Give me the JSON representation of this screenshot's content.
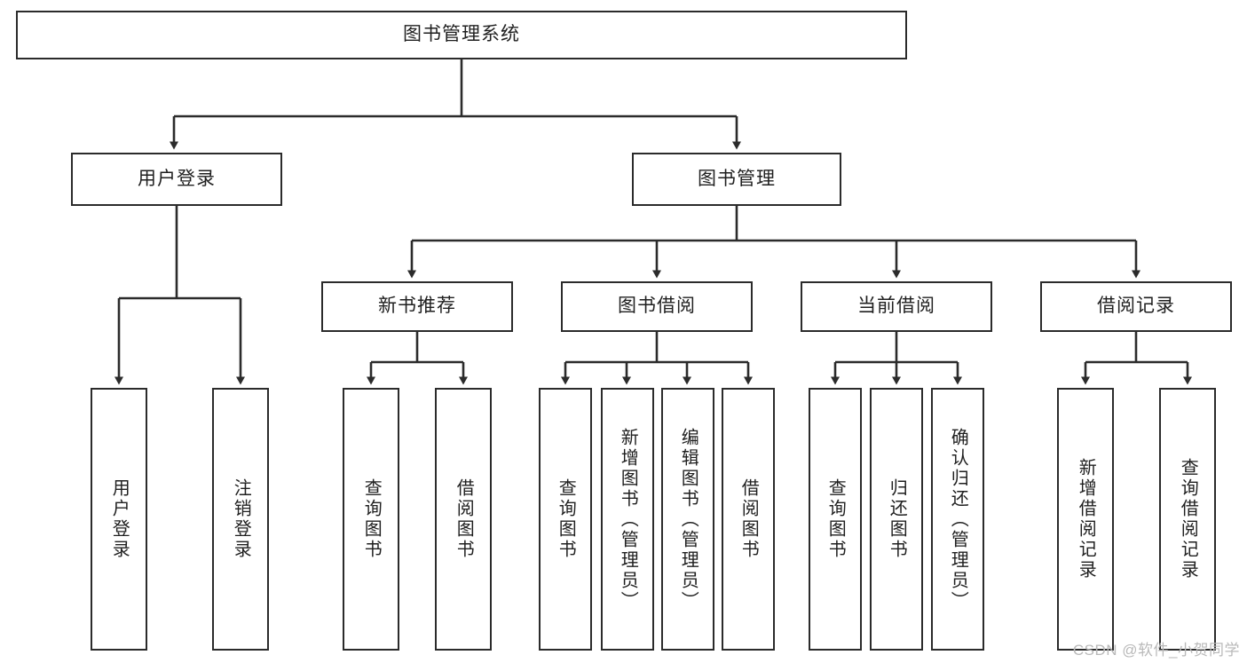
{
  "diagram": {
    "title": "图书管理系统",
    "type": "tree",
    "root": {
      "id": "root",
      "label": "图书管理系统"
    },
    "level2": [
      {
        "id": "user-login",
        "label": "用户登录"
      },
      {
        "id": "book-manage",
        "label": "图书管理"
      }
    ],
    "level3": [
      {
        "id": "new-book-rec",
        "label": "新书推荐",
        "parent": "book-manage"
      },
      {
        "id": "book-borrow",
        "label": "图书借阅",
        "parent": "book-manage"
      },
      {
        "id": "current-borrow",
        "label": "当前借阅",
        "parent": "book-manage"
      },
      {
        "id": "borrow-record",
        "label": "借阅记录",
        "parent": "book-manage"
      }
    ],
    "leaves": [
      {
        "id": "leaf-user-login",
        "label": "用户登录",
        "parent": "user-login"
      },
      {
        "id": "leaf-user-logout",
        "label": "注销登录",
        "parent": "user-login"
      },
      {
        "id": "leaf-query-book-1",
        "label": "查询图书",
        "parent": "new-book-rec"
      },
      {
        "id": "leaf-borrow-book-1",
        "label": "借阅图书",
        "parent": "new-book-rec"
      },
      {
        "id": "leaf-query-book-2",
        "label": "查询图书",
        "parent": "book-borrow"
      },
      {
        "id": "leaf-add-book",
        "label": "新增图书（管理员）",
        "parent": "book-borrow"
      },
      {
        "id": "leaf-edit-book",
        "label": "编辑图书（管理员）",
        "parent": "book-borrow"
      },
      {
        "id": "leaf-borrow-book-2",
        "label": "借阅图书",
        "parent": "book-borrow"
      },
      {
        "id": "leaf-query-book-3",
        "label": "查询图书",
        "parent": "current-borrow"
      },
      {
        "id": "leaf-return-book",
        "label": "归还图书",
        "parent": "current-borrow"
      },
      {
        "id": "leaf-confirm-return",
        "label": "确认归还（管理员）",
        "parent": "current-borrow"
      },
      {
        "id": "leaf-add-record",
        "label": "新增借阅记录",
        "parent": "borrow-record"
      },
      {
        "id": "leaf-query-record",
        "label": "查询借阅记录",
        "parent": "borrow-record"
      }
    ]
  },
  "watermark": {
    "text": "CSDN @软件_小贺同学"
  },
  "colors": {
    "stroke": "#2b2b2b",
    "background": "#ffffff",
    "text": "#1f1f1f",
    "watermark": "#b9b9b9"
  }
}
